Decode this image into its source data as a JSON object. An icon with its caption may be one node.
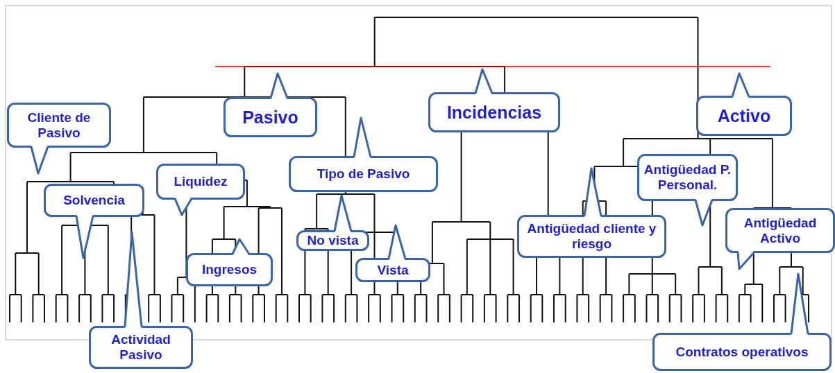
{
  "diagram": {
    "nodes": [
      {
        "text": [
          "Pasivo"
        ]
      },
      {
        "text": [
          "Incidencias"
        ]
      },
      {
        "text": [
          "Activo"
        ]
      },
      {
        "text": [
          "Cliente de Pasivo"
        ]
      },
      {
        "text": [
          "Tipo de Pasivo"
        ]
      },
      {
        "text": [
          "Antigüedad P. Personal."
        ]
      },
      {
        "text": [
          "Liquidez"
        ]
      },
      {
        "text": [
          "Solvencia"
        ]
      },
      {
        "text": [
          "Antigüedad Activo"
        ]
      },
      {
        "text": [
          "Antigüedad cliente y riesgo"
        ]
      },
      {
        "text": [
          "No vista"
        ]
      },
      {
        "text": [
          "Ingresos"
        ]
      },
      {
        "text": [
          "Vista"
        ]
      },
      {
        "text": [
          "Actividad Pasivo"
        ]
      },
      {
        "text": [
          "Contratos operativos"
        ]
      }
    ]
  }
}
